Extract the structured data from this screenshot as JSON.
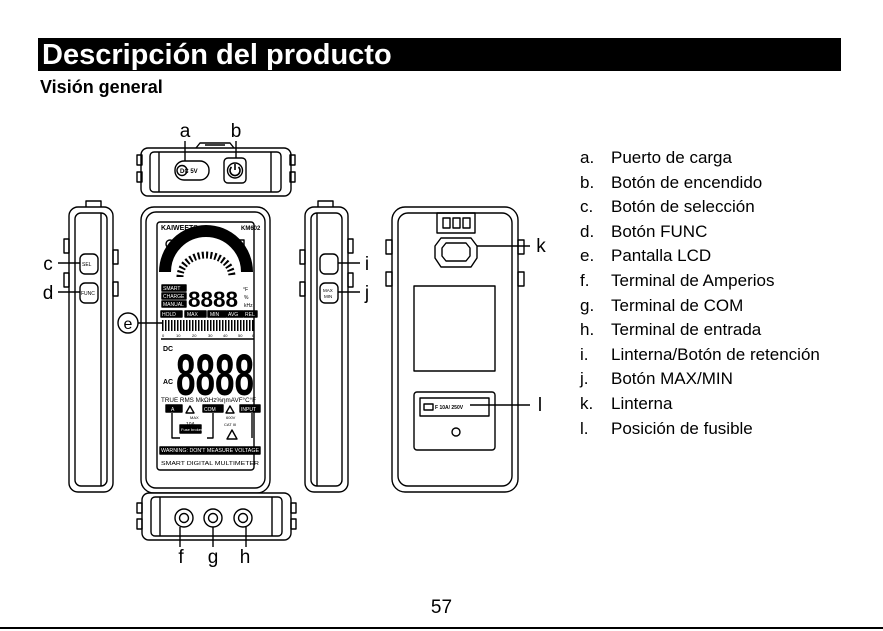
{
  "header": {
    "title": "Descripción del producto",
    "subtitle": "Visión general"
  },
  "callouts": {
    "a": "a",
    "b": "b",
    "c": "c",
    "d": "d",
    "e": "e",
    "f": "f",
    "g": "g",
    "h": "h",
    "i": "i",
    "j": "j",
    "k": "k",
    "l": "l"
  },
  "device": {
    "top_port_label": "DC 5V",
    "sel_button": "SEL",
    "func_button": "FUNC",
    "max_min_button_line1": "MAX",
    "max_min_button_line2": "MIN",
    "brand": "KAIWEETS",
    "model": "KM602",
    "smart": "SMART",
    "charge": "CHARGE",
    "manual": "MANUAL",
    "small_digits": "8888",
    "unit_f": "°F",
    "unit_pct": "%",
    "unit_khz": "kHz",
    "hold": "HOLD",
    "max": "MAX",
    "min": "MIN",
    "avg": "AVG",
    "rel": "REL",
    "scale": [
      "0",
      "10",
      "20",
      "30",
      "40",
      "50",
      "6"
    ],
    "dc": "DC",
    "ac": "AC",
    "big_digits": "8888",
    "units_row": "TRUE RMS   MkΩHz%ηmAVF°C°F",
    "term_a": "A",
    "term_com": "COM",
    "term_input": "INPUT",
    "fuse_max": "MAX",
    "fuse_amp": "10A",
    "fuse_broken": "Fuse broken",
    "cat_voltage": "600V",
    "cat_rating": "CAT III",
    "warning": "WARNING: DON'T MEASURE VOLTAGE",
    "footer": "SMART   DIGITAL MULTIMETER",
    "fuse_label": "F 10A/ 250V"
  },
  "parts": [
    {
      "letter": "a.",
      "text": "Puerto de carga"
    },
    {
      "letter": "b.",
      "text": "Botón de encendido"
    },
    {
      "letter": "c.",
      "text": "Botón de selección"
    },
    {
      "letter": "d.",
      "text": "Botón FUNC"
    },
    {
      "letter": "e.",
      "text": "Pantalla LCD"
    },
    {
      "letter": "f.",
      "text": "Terminal de Amperios"
    },
    {
      "letter": "g.",
      "text": "Terminal de COM"
    },
    {
      "letter": "h.",
      "text": "Terminal de entrada"
    },
    {
      "letter": "i.",
      "text": "Linterna/Botón de retención"
    },
    {
      "letter": "j.",
      "text": "Botón MAX/MIN"
    },
    {
      "letter": "k.",
      "text": "Linterna"
    },
    {
      "letter": "l.",
      "text": "Posición de fusible"
    }
  ],
  "page_number": "57"
}
